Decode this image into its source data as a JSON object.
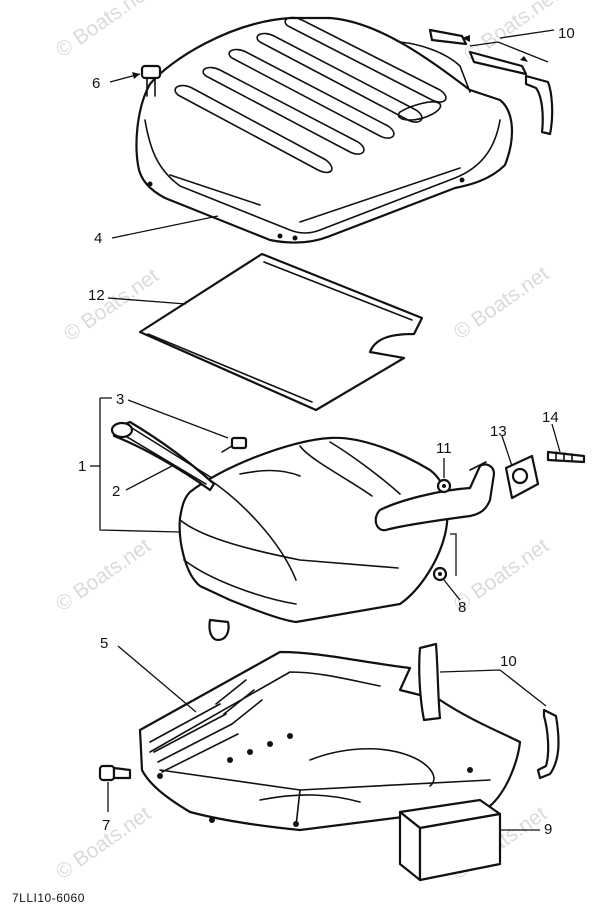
{
  "callouts": {
    "c1": "1",
    "c2": "2",
    "c3": "3",
    "c4": "4",
    "c5": "5",
    "c6": "6",
    "c7": "7",
    "c8": "8",
    "c9": "9",
    "c10_top": "10",
    "c10_bottom": "10",
    "c11": "11",
    "c12": "12",
    "c13": "13",
    "c14": "14"
  },
  "watermark": "© Boats.net",
  "drawing_number": "7LLI10-6060",
  "colors": {
    "line": "#111111",
    "watermark": "#bdbdbd",
    "background": "#ffffff"
  }
}
